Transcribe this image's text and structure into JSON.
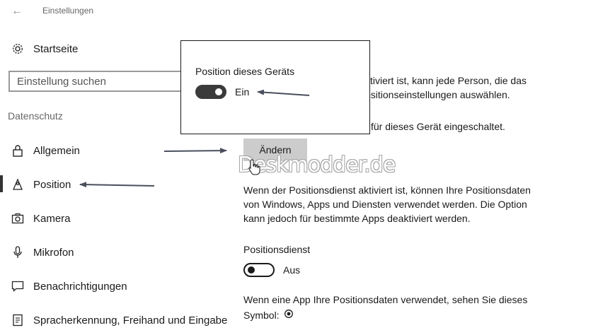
{
  "window": {
    "title": "Einstellungen"
  },
  "sidebar": {
    "home_label": "Startseite",
    "search_placeholder": "Einstellung suchen",
    "section_label": "Datenschutz",
    "items": [
      {
        "label": "Allgemein",
        "icon": "lock-icon"
      },
      {
        "label": "Position",
        "icon": "position-icon",
        "active": true
      },
      {
        "label": "Kamera",
        "icon": "camera-icon"
      },
      {
        "label": "Mikrofon",
        "icon": "microphone-icon"
      },
      {
        "label": "Benachrichtigungen",
        "icon": "notification-icon"
      },
      {
        "label": "Spracherkennung, Freihand und Eingabe",
        "icon": "speech-icon"
      }
    ]
  },
  "popup": {
    "title": "Position dieses Geräts",
    "toggle_state": "Ein"
  },
  "main": {
    "partial_line1": "ktiviert ist, kann jede Person, die das",
    "partial_line2": "ositionseinstellungen auswählen.",
    "partial_line3": "für dieses Gerät eingeschaltet.",
    "change_button": "Ändern",
    "para_line1": "Wenn der Positionsdienst aktiviert ist, können Ihre Positionsdaten",
    "para_line2": "von Windows, Apps und Diensten verwendet werden. Die Option",
    "para_line3": "kann jedoch für bestimmte Apps deaktiviert werden.",
    "service_label": "Positionsdienst",
    "service_state": "Aus",
    "footer_line1": "Wenn eine App Ihre Positionsdaten verwendet, sehen Sie dieses",
    "footer_line2": "Symbol:"
  },
  "watermark": "Deskmodder.de",
  "colors": {
    "toggle_on": "#3b3b3b",
    "button_bg": "#cccccc",
    "arrow": "#4a4f5c"
  }
}
